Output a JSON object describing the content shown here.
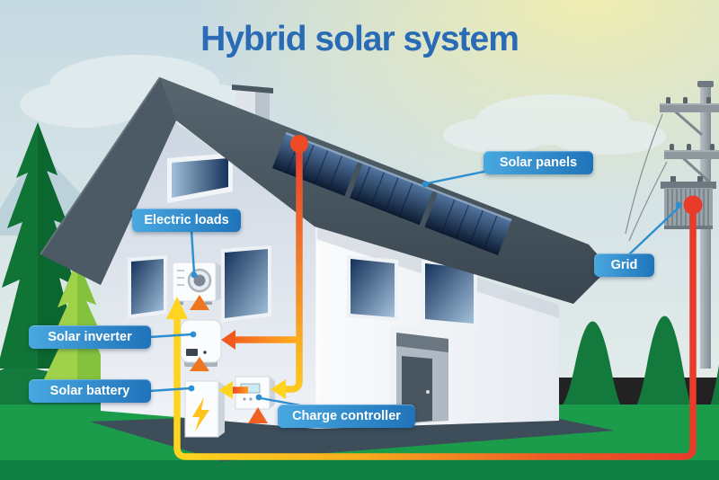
{
  "title": {
    "text": "Hybrid solar system",
    "color": "#2a6bb5"
  },
  "labels": {
    "solar_panels": "Solar panels",
    "grid": "Grid",
    "electric_loads": "Electric loads",
    "solar_inverter": "Solar inverter",
    "solar_battery": "Solar battery",
    "charge_controller": "Charge controller"
  },
  "illustration_parts": [
    "house",
    "gable-roof",
    "solar-panel-array",
    "chimney",
    "attic-window",
    "windows",
    "front-door",
    "pine-trees",
    "utility-pole",
    "transformer",
    "air-conditioner-unit",
    "inverter-box",
    "battery-box",
    "charge-controller-box",
    "energy-flow-wires",
    "label-pointer-lines"
  ],
  "colors": {
    "title_blue": "#2a6bb5",
    "label_gradient_start": "#49a8e0",
    "label_gradient_end": "#1f73ba",
    "pointer_blue": "#2e8fd0",
    "wire_red": "#e83b2a",
    "wire_orange": "#f47d20",
    "wire_yellow": "#ffd41f",
    "roof_slate": "#45545e",
    "panel_navy": "#16335a",
    "wall_white": "#f4f7fa",
    "grass_green": "#1b9c4a",
    "bush_green": "#14793c",
    "tree_dark_green": "#107437",
    "tree_light_green": "#9fd24a",
    "sky_blue": "#c8dbe2",
    "sky_yellow": "#f0eeb4"
  }
}
